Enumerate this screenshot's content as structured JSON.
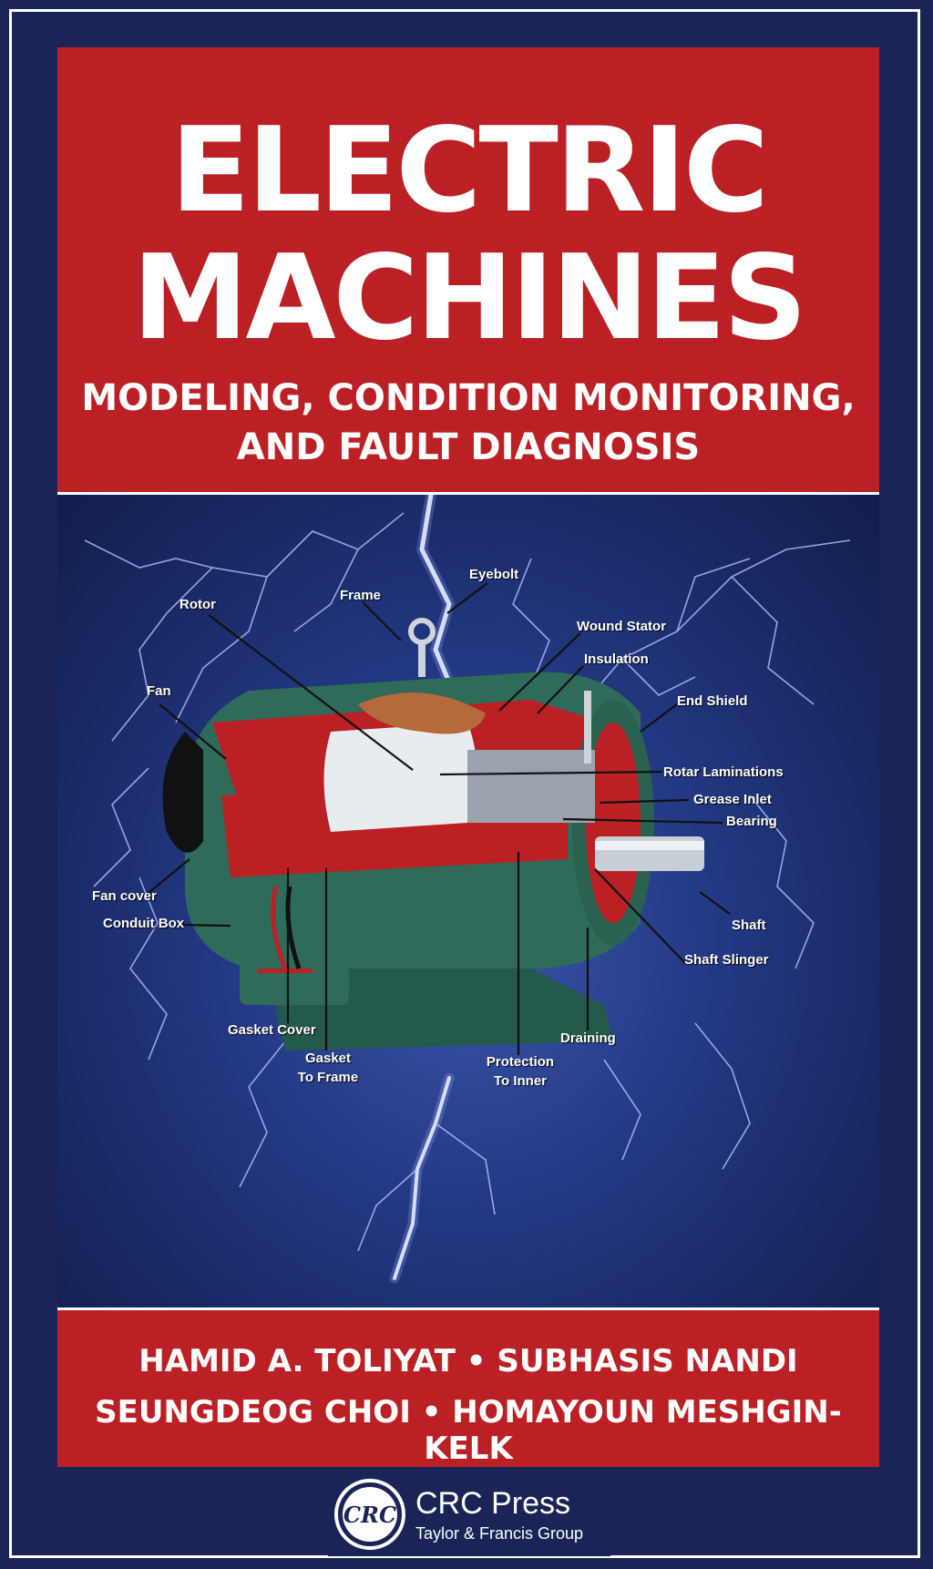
{
  "title": {
    "line1": "ELECTRIC",
    "line2": "MACHINES"
  },
  "subtitle": {
    "line1": "MODELING, CONDITION MONITORING,",
    "line2": "AND FAULT DIAGNOSIS"
  },
  "labels": {
    "eyebolt": "Eyebolt",
    "rotor": "Rotor",
    "frame": "Frame",
    "wound_stator": "Wound Stator",
    "insulation": "Insulation",
    "fan": "Fan",
    "end_shield": "End Shield",
    "rotor_laminations": "Rotar Laminations",
    "grease_inlet": "Grease Inlet",
    "bearing": "Bearing",
    "fan_cover": "Fan cover",
    "conduit_box": "Conduit Box",
    "shaft": "Shaft",
    "shaft_slinger": "Shaft Slinger",
    "gasket_cover": "Gasket Cover",
    "draining": "Draining",
    "gasket_to_frame_1": "Gasket",
    "gasket_to_frame_2": "To Frame",
    "protection_1": "Protection",
    "protection_2": "To Inner"
  },
  "authors": {
    "line1": "HAMID A. TOLIYAT • SUBHASIS NANDI",
    "line2": "SEUNGDEOG CHOI • HOMAYOUN MESHGIN-KELK"
  },
  "publisher": {
    "logo_text": "CRC",
    "name": "CRC Press",
    "group": "Taylor & Francis Group"
  },
  "colors": {
    "navy": "#1b2456",
    "red": "#bb2025",
    "motor_green": "#2f6b5a",
    "white": "#ffffff"
  }
}
